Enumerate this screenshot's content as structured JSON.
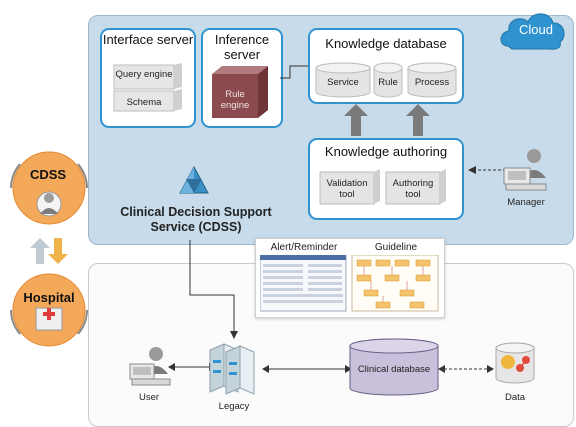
{
  "cloud": {
    "label": "Cloud"
  },
  "interface_server": {
    "title": "Interface server",
    "query_engine": "Query engine",
    "schema": "Schema"
  },
  "inference_server": {
    "title": "Inference server",
    "rule_engine": "Rule engine"
  },
  "knowledge_database": {
    "title": "Knowledge database",
    "items": [
      "Service",
      "Rule",
      "Process"
    ]
  },
  "knowledge_authoring": {
    "title": "Knowledge authoring",
    "validation_tool": "Validation tool",
    "authoring_tool": "Authoring tool"
  },
  "manager": {
    "label": "Manager"
  },
  "cdss_service": {
    "label": "Clinical Decision Support Service (CDSS)"
  },
  "cdss": {
    "label": "CDSS"
  },
  "hospital": {
    "label": "Hospital"
  },
  "screens": {
    "alert": "Alert/Reminder",
    "guideline": "Guideline"
  },
  "local": {
    "user": "User",
    "legacy": "Legacy",
    "clinical_db": "Clinical database",
    "data": "Data"
  },
  "colors": {
    "panel_border": "#2f93cf",
    "cloud_bg": "#c8dbea",
    "orange": "#f3a85a",
    "rule_engine": "#8a4a4e",
    "db_purple": "#c9c0dc"
  }
}
